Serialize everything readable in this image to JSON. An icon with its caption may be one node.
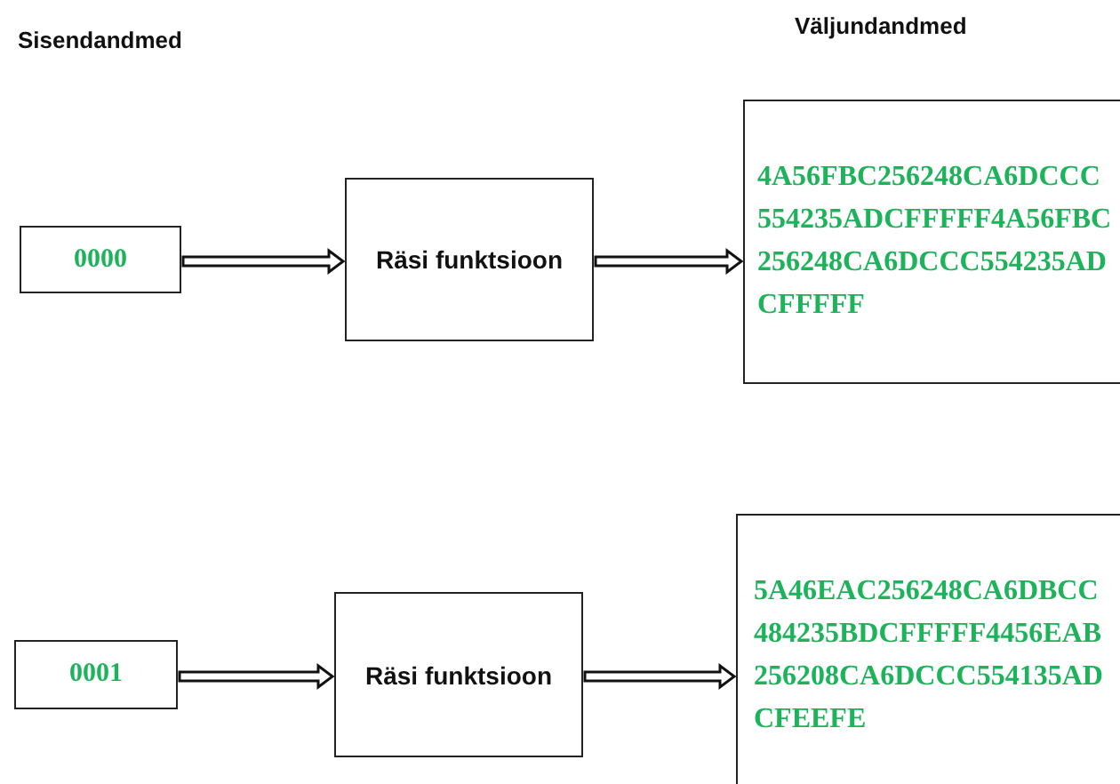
{
  "diagram": {
    "nodes": [
      {
        "text": [
          "0000"
        ]
      },
      {
        "text": [
          "Räsi funktsioon"
        ]
      },
      {
        "text": [
          "4A56FBC256248CA6DCCC554235ADCFFFFF4A56FBC256248CA6DCCC554235ADCFFFFF"
        ]
      },
      {
        "text": [
          "0001"
        ]
      },
      {
        "text": [
          "Räsi funktsioon"
        ]
      },
      {
        "text": [
          "5A46EAC256248CA6DBCC484235BDCFFFFF4456EAB256208CA6DCCC554135ADCFEEFE"
        ]
      }
    ],
    "edges": [
      {
        "from": 0,
        "to": 1,
        "arrow": "to"
      },
      {
        "from": 1,
        "to": 2,
        "arrow": "to"
      },
      {
        "from": 3,
        "to": 4,
        "arrow": "to"
      },
      {
        "from": 4,
        "to": 5,
        "arrow": "to"
      }
    ],
    "labels": [
      "Sisendandmed",
      "Väljundandmed"
    ]
  }
}
